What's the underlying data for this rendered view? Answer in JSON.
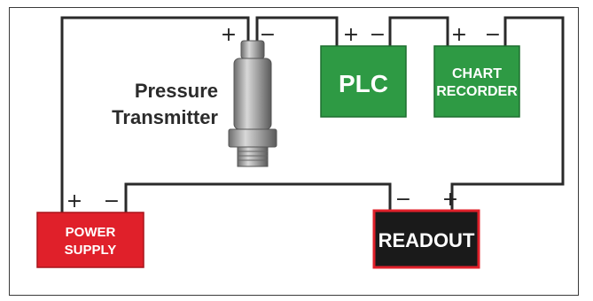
{
  "components": {
    "transmitter": {
      "label_line1": "Pressure",
      "label_line2": "Transmitter",
      "plus": "+",
      "minus": "−"
    },
    "plc": {
      "label": "PLC",
      "plus": "+",
      "minus": "−",
      "color": "#2e9a44"
    },
    "chart_recorder": {
      "label_line1": "CHART",
      "label_line2": "RECORDER",
      "plus": "+",
      "minus": "−",
      "color": "#2e9a44"
    },
    "power_supply": {
      "label_line1": "POWER",
      "label_line2": "SUPPLY",
      "plus": "+",
      "minus": "−",
      "color": "#e0202a"
    },
    "readout": {
      "label": "READOUT",
      "plus": "+",
      "minus": "−",
      "color": "#1a1a1a",
      "border_color": "#e0202a"
    }
  },
  "colors": {
    "wire": "#2a2a2a",
    "frame": "#3a3a3a",
    "sensor_body": "#9a9a9a"
  }
}
